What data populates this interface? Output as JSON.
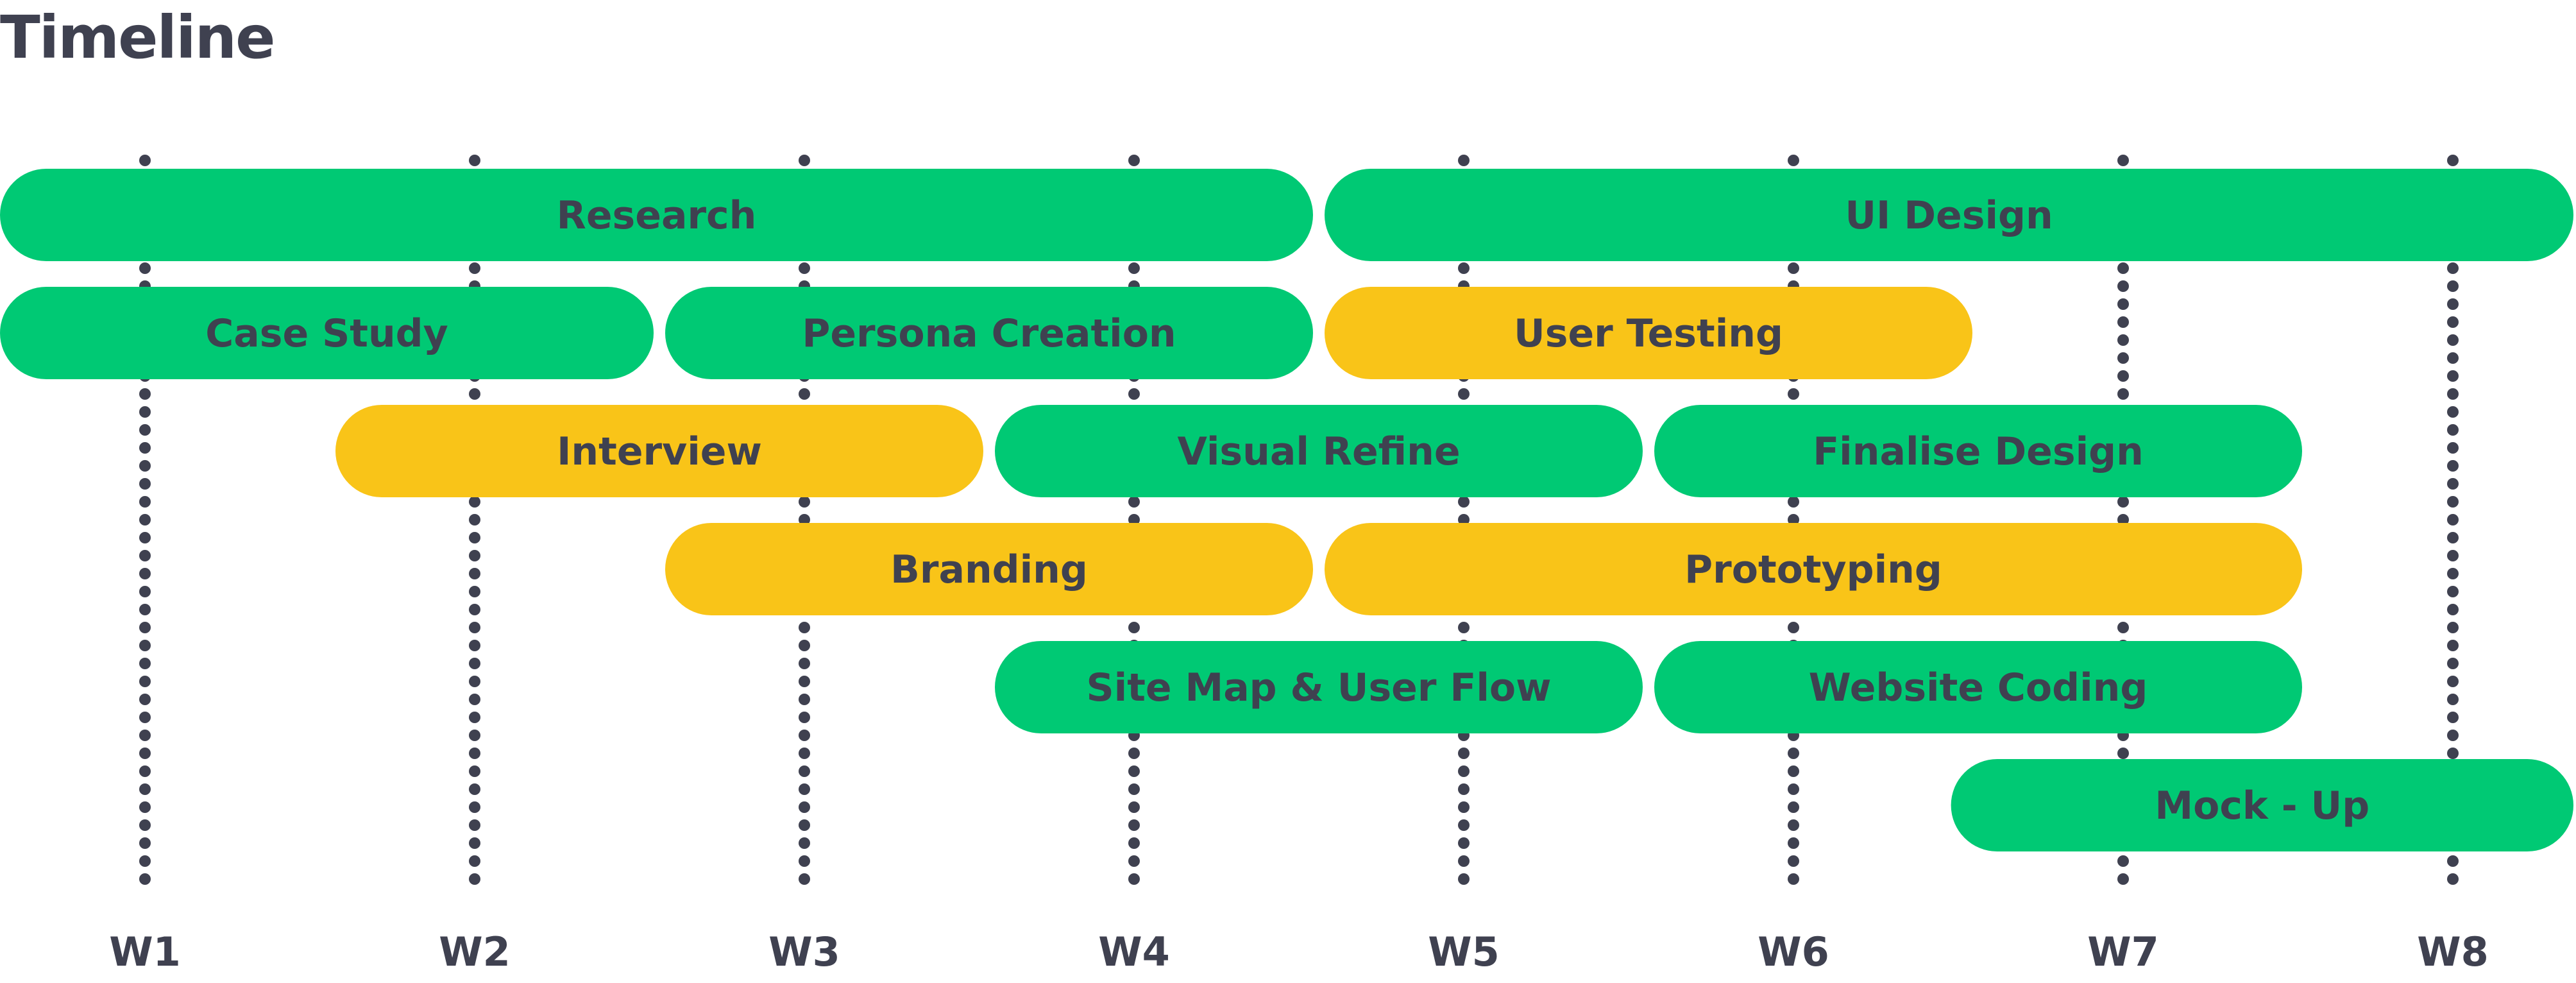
{
  "title": "Timeline",
  "colors": {
    "text": "#3f4150",
    "dots": "#3f4150",
    "green": "#00c974",
    "yellow": "#f9c418"
  },
  "chart_data": {
    "type": "gantt",
    "weeks": [
      "W1",
      "W2",
      "W3",
      "W4",
      "W5",
      "W6",
      "W7",
      "W8"
    ],
    "tasks": [
      {
        "name": "Research",
        "row": 0,
        "start": 1,
        "end": 5,
        "color": "green"
      },
      {
        "name": "UI Design",
        "row": 0,
        "start": 5,
        "end": 9,
        "color": "green"
      },
      {
        "name": "Case Study",
        "row": 1,
        "start": 1,
        "end": 3,
        "color": "green"
      },
      {
        "name": "Persona Creation",
        "row": 1,
        "start": 3,
        "end": 5,
        "color": "green"
      },
      {
        "name": "User Testing",
        "row": 1,
        "start": 5,
        "end": 7,
        "color": "yellow"
      },
      {
        "name": "Interview",
        "row": 2,
        "start": 2,
        "end": 4,
        "color": "yellow"
      },
      {
        "name": "Visual Refine",
        "row": 2,
        "start": 4,
        "end": 6,
        "color": "green"
      },
      {
        "name": "Finalise Design",
        "row": 2,
        "start": 6,
        "end": 8,
        "color": "green"
      },
      {
        "name": "Branding",
        "row": 3,
        "start": 3,
        "end": 5,
        "color": "yellow"
      },
      {
        "name": "Prototyping",
        "row": 3,
        "start": 5,
        "end": 8,
        "color": "yellow"
      },
      {
        "name": "Site Map & User Flow",
        "row": 4,
        "start": 4,
        "end": 6,
        "color": "green"
      },
      {
        "name": "Website Coding",
        "row": 4,
        "start": 6,
        "end": 8,
        "color": "green"
      },
      {
        "name": "Mock - Up",
        "row": 5,
        "start": 6.9,
        "end": 9,
        "color": "green"
      }
    ]
  }
}
